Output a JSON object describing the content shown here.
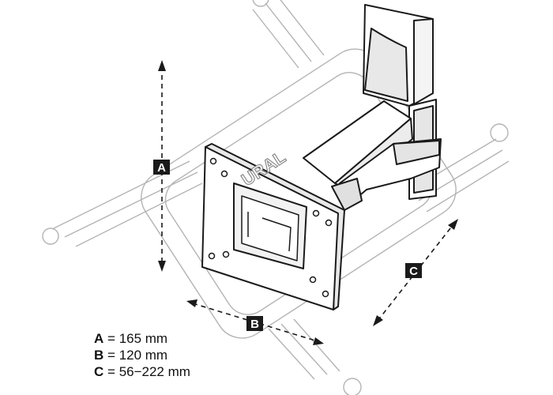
{
  "watermark": {
    "logo_text": "URAL",
    "color": "#9a9a9a"
  },
  "dimension_labels": {
    "a": "A",
    "b": "B",
    "c": "C"
  },
  "legend": [
    {
      "key": "A",
      "equals": "=",
      "value": "165 mm"
    },
    {
      "key": "B",
      "equals": "=",
      "value": "120 mm"
    },
    {
      "key": "C",
      "equals": "=",
      "value": "56−222 mm"
    }
  ],
  "colors": {
    "line": "#1a1a1a",
    "badge": "#1a1a1a",
    "badge_text": "#ffffff",
    "shade": "#e6e6e6"
  }
}
